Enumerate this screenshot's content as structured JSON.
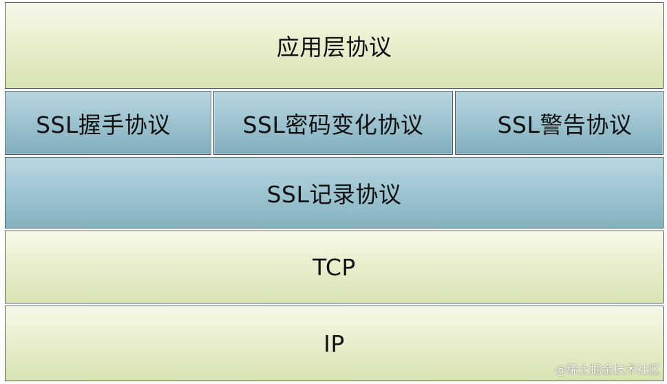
{
  "diagram": {
    "layers": {
      "application": "应用层协议",
      "handshake": "SSL握手协议",
      "cipher_change": "SSL密码变化协议",
      "alert": "SSL警告协议",
      "record": "SSL记录协议",
      "tcp": "TCP",
      "ip": "IP"
    }
  },
  "watermark": {
    "text": "@稀土掘金技术社区"
  }
}
